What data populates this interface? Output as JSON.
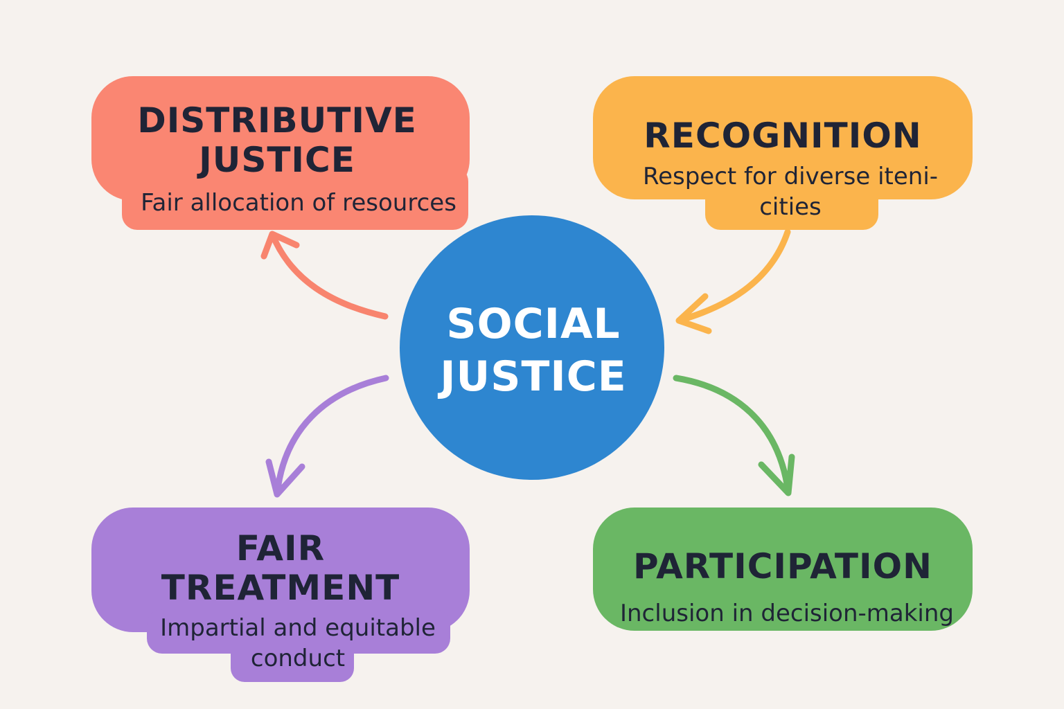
{
  "center": {
    "title_line1": "SOCIAL",
    "title_line2": "JUSTICE",
    "color": "#2e86d0"
  },
  "nodes": {
    "distributive": {
      "title_line1": "DISTRIBUTIVE",
      "title_line2": "JUSTICE",
      "description": "Fair allocation of resources",
      "color": "#fa8672"
    },
    "recognition": {
      "title": "RECOGNITION",
      "description_line1": "Respect for diverse iteni-",
      "description_line2": "cities",
      "color": "#fbb44c"
    },
    "fair_treatment": {
      "title_line1": "FAIR",
      "title_line2": "TREATMENT",
      "description_line1": "Impartial and equitable",
      "description_line2": "conduct",
      "color": "#a87fd8"
    },
    "participation": {
      "title": "PARTICIPATION",
      "description": "Inclusion in decision-making",
      "color": "#6ab764"
    }
  },
  "arrow_colors": {
    "distributive": "#f8846e",
    "recognition": "#fbb44c",
    "fair_treatment": "#a87fd8",
    "participation": "#6ab764"
  }
}
